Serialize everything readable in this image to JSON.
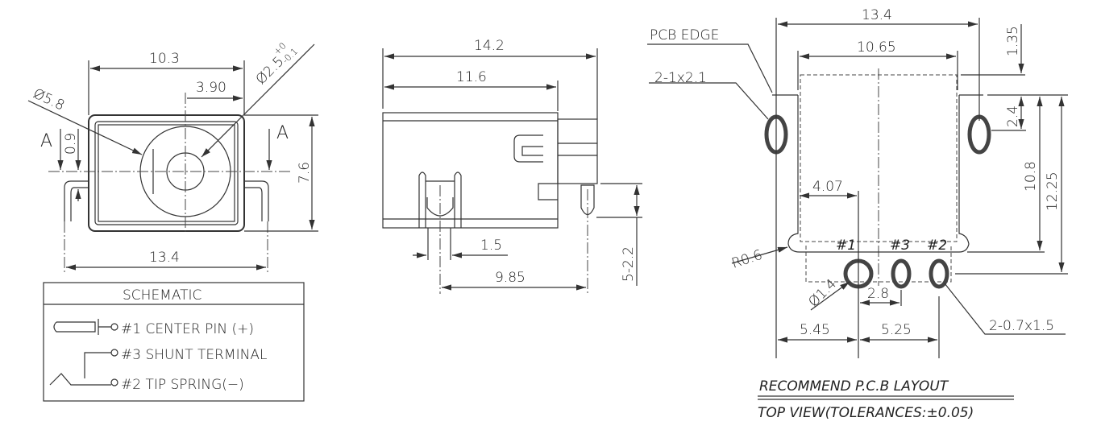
{
  "front_view": {
    "dim_width_body": "10.3",
    "dim_offset": "3.90",
    "dim_outer_dia": "Ø5.8",
    "dim_pin_dia": "Ø2.5",
    "tol_plus": "+0",
    "tol_minus": "-0.1",
    "dim_09": "0.9",
    "dim_height": "7.6",
    "dim_pin_span": "13.4",
    "section_left": "A",
    "section_right": "A"
  },
  "schematic": {
    "title": "SCHEMATIC",
    "pins": [
      "#1 CENTER PIN (+)",
      "#3 SHUNT TERMINAL",
      "#2 TIP SPRING(−)"
    ]
  },
  "side_view": {
    "dim_total": "14.2",
    "dim_body": "11.6",
    "dim_pin": "1.5",
    "dim_pin_pitch": "9.85",
    "dim_pin_len": "5-2.2"
  },
  "pcb_layout": {
    "pcb_edge": "PCB EDGE",
    "slot_note": "2-1x2.1",
    "dim_width": "13.4",
    "dim_inner": "10.65",
    "dim_135": "1.35",
    "dim_24": "2.4",
    "dim_108": "10.8",
    "dim_1225": "12.25",
    "dim_407": "4.07",
    "radius": "R0.6",
    "pin_labels": [
      "#1",
      "#3",
      "#2"
    ],
    "hole_dia": "Ø1.4",
    "dim_28": "2.8",
    "dim_545": "5.45",
    "dim_525": "5.25",
    "oval_note": "2-0.7x1.5",
    "title_line1": "RECOMMEND P.C.B LAYOUT",
    "title_line2": "TOP VIEW(TOLERANCES:±0.05)"
  }
}
